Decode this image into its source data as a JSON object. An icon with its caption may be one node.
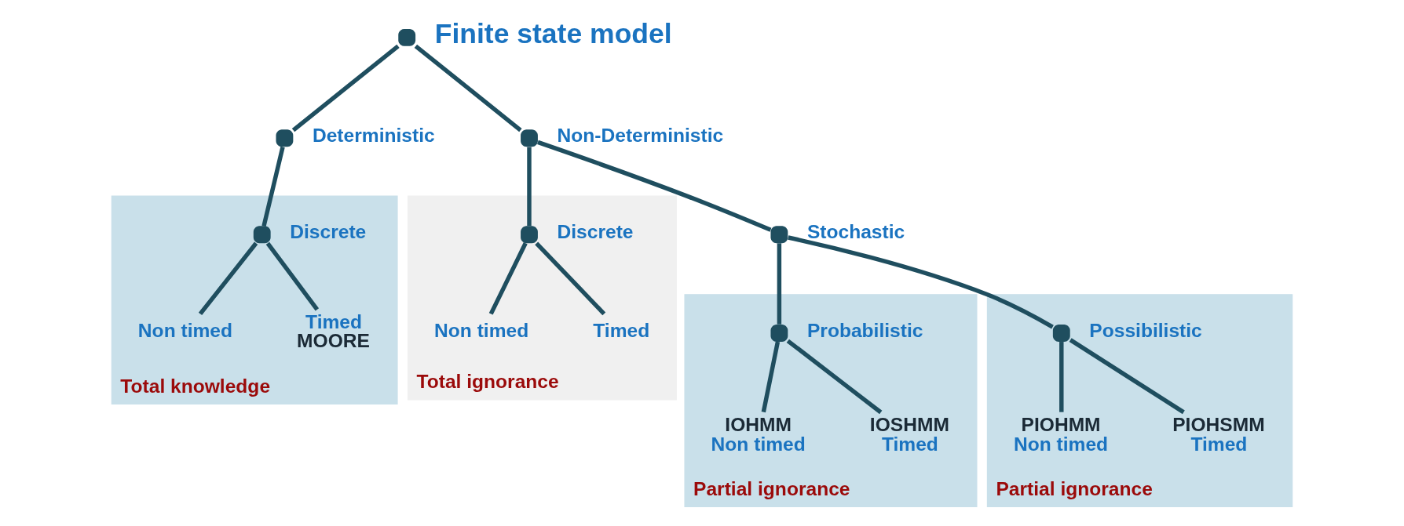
{
  "diagram": {
    "nodes": [
      {
        "text": [
          "Finite state model"
        ]
      },
      {
        "text": [
          "Deterministic"
        ]
      },
      {
        "text": [
          "Non-Deterministic"
        ]
      },
      {
        "text": [
          "Stochastic"
        ]
      },
      {
        "text": [
          "Total knowledge"
        ]
      },
      {
        "text": [
          "Discrete"
        ],
        "in": 4
      },
      {
        "text": [
          "Non timed"
        ],
        "in": 4
      },
      {
        "text": [
          "Timed",
          "MOORE"
        ],
        "in": 4
      },
      {
        "text": [
          "Total ignorance"
        ]
      },
      {
        "text": [
          "Discrete"
        ],
        "in": 8
      },
      {
        "text": [
          "Non timed"
        ],
        "in": 8
      },
      {
        "text": [
          "Timed"
        ],
        "in": 8
      },
      {
        "text": [
          "Partial ignorance"
        ]
      },
      {
        "text": [
          "Probabilistic"
        ],
        "in": 12
      },
      {
        "text": [
          "IOHMM",
          "Non timed"
        ],
        "in": 12
      },
      {
        "text": [
          "IOSHMM",
          "Timed"
        ],
        "in": 12
      },
      {
        "text": [
          "Partial ignorance"
        ]
      },
      {
        "text": [
          "Possibilistic"
        ],
        "in": 16
      },
      {
        "text": [
          "PIOHMM",
          "Non timed"
        ],
        "in": 16
      },
      {
        "text": [
          "PIOHSMM",
          "Timed"
        ],
        "in": 16
      }
    ],
    "edges": [
      {
        "from": 0,
        "to": 1,
        "arrow": "none"
      },
      {
        "from": 0,
        "to": 2,
        "arrow": "none"
      },
      {
        "from": 1,
        "to": 5,
        "arrow": "none"
      },
      {
        "from": 2,
        "to": 9,
        "arrow": "none"
      },
      {
        "from": 2,
        "to": 3,
        "arrow": "none"
      },
      {
        "from": 3,
        "to": 13,
        "arrow": "none"
      },
      {
        "from": 3,
        "to": 17,
        "arrow": "none"
      },
      {
        "from": 5,
        "to": 6,
        "arrow": "none"
      },
      {
        "from": 5,
        "to": 7,
        "arrow": "none"
      },
      {
        "from": 9,
        "to": 10,
        "arrow": "none"
      },
      {
        "from": 9,
        "to": 11,
        "arrow": "none"
      },
      {
        "from": 13,
        "to": 14,
        "arrow": "none"
      },
      {
        "from": 13,
        "to": 15,
        "arrow": "none"
      },
      {
        "from": 17,
        "to": 18,
        "arrow": "none"
      },
      {
        "from": 17,
        "to": 19,
        "arrow": "none"
      }
    ]
  }
}
